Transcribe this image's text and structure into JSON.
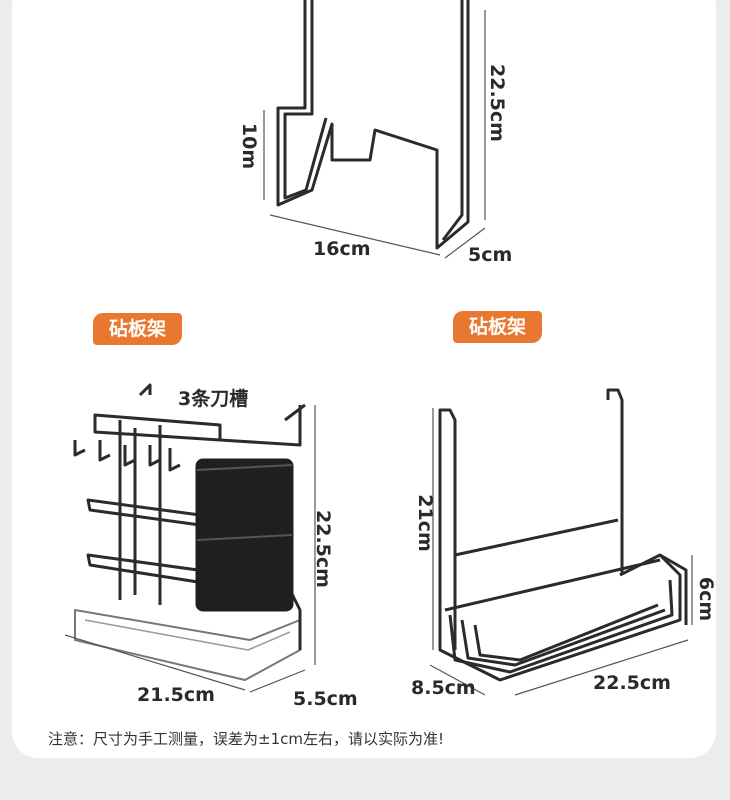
{
  "top_product": {
    "dims": {
      "height": "22.5cm",
      "inner_height": "10m",
      "width": "16cm",
      "depth": "5cm"
    }
  },
  "left_product": {
    "badge": "砧板架",
    "label": "3条刀槽",
    "dims": {
      "height": "22.5cm",
      "width": "21.5cm",
      "depth": "5.5cm"
    }
  },
  "right_product": {
    "badge": "砧板架",
    "dims": {
      "height": "21cm",
      "side": "6cm",
      "depth": "8.5cm",
      "width": "22.5cm"
    }
  },
  "note": "注意：尺寸为手工测量，误差为±1cm左右，请以实际为准!",
  "colors": {
    "accent": "#e8782f",
    "frame": "#2b2b2b",
    "background": "#ffffff"
  }
}
